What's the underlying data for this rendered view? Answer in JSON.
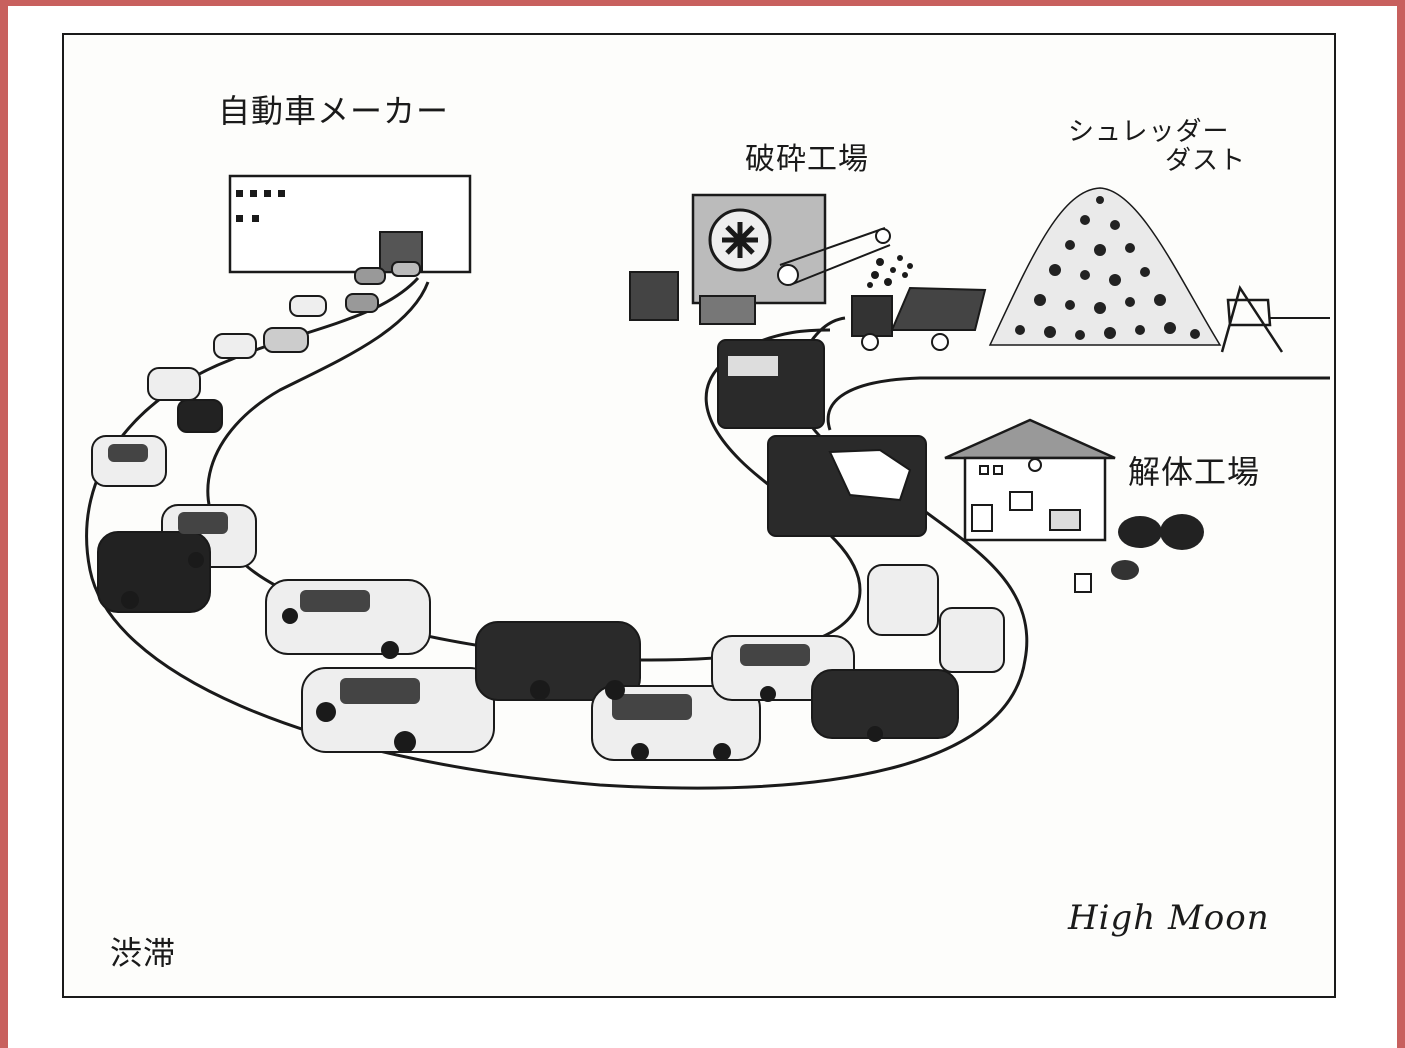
{
  "labels": {
    "automaker": "自動車メーカー",
    "crushing_plant": "破砕工場",
    "shredder_dust_line1": "シュレッダー",
    "shredder_dust_line2": "ダスト",
    "dismantling_plant": "解体工場",
    "traffic_jam": "渋滞",
    "signature": "High Moon"
  },
  "colors": {
    "border": "#c8605e",
    "ink": "#1a1a1a",
    "paper": "#fdfdfb"
  }
}
